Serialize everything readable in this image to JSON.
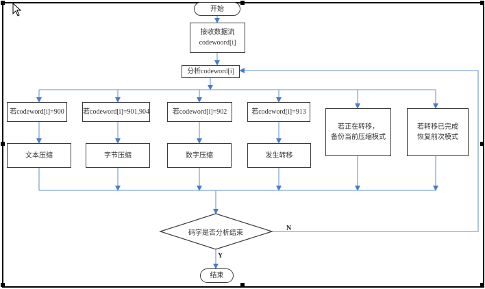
{
  "diagram": {
    "type": "flowchart",
    "colors": {
      "connector": "#4a7bc8",
      "node_border": "#3a3a3a",
      "text": "#333333",
      "frame": "#000000"
    },
    "nodes": {
      "start": {
        "label": "开始",
        "shape": "terminator"
      },
      "receive": {
        "line1": "接收数据流",
        "line2": "codewoord[i]",
        "shape": "process"
      },
      "analyze": {
        "label": "分析codeword[i]",
        "shape": "process"
      },
      "cond_900": {
        "label": "若codeword[i]=900",
        "shape": "process"
      },
      "cond_901": {
        "label": "若codeword[i]=901,904",
        "shape": "process"
      },
      "cond_902": {
        "label": "若codeword[i]=902",
        "shape": "process"
      },
      "cond_913": {
        "label": "若codeword[i]=913",
        "shape": "process"
      },
      "text_comp": {
        "label": "文本压缩",
        "shape": "process"
      },
      "byte_comp": {
        "label": "字节压缩",
        "shape": "process"
      },
      "num_comp": {
        "label": "数字压缩",
        "shape": "process"
      },
      "shift": {
        "label": "发生转移",
        "shape": "process"
      },
      "backup": {
        "line1": "若正在转移，",
        "line2": "备份当前压缩模式",
        "shape": "process"
      },
      "restore": {
        "line1": "若转移已完成",
        "line2": "恢复前次模式",
        "shape": "process"
      },
      "decision": {
        "label": "码字是否分析结束",
        "shape": "decision"
      },
      "end": {
        "label": "结束",
        "shape": "terminator"
      }
    },
    "edge_labels": {
      "no": "N",
      "yes": "Y"
    },
    "edges": [
      [
        "start",
        "receive"
      ],
      [
        "receive",
        "analyze"
      ],
      [
        "analyze",
        "cond_900"
      ],
      [
        "analyze",
        "cond_901"
      ],
      [
        "analyze",
        "cond_902"
      ],
      [
        "analyze",
        "cond_913"
      ],
      [
        "analyze",
        "backup"
      ],
      [
        "analyze",
        "restore"
      ],
      [
        "cond_900",
        "text_comp"
      ],
      [
        "cond_901",
        "byte_comp"
      ],
      [
        "cond_902",
        "num_comp"
      ],
      [
        "cond_913",
        "shift"
      ],
      [
        "text_comp",
        "decision"
      ],
      [
        "byte_comp",
        "decision"
      ],
      [
        "num_comp",
        "decision"
      ],
      [
        "shift",
        "decision"
      ],
      [
        "backup",
        "decision"
      ],
      [
        "restore",
        "decision"
      ],
      [
        "decision",
        "analyze",
        "N"
      ],
      [
        "decision",
        "end",
        "Y"
      ]
    ]
  }
}
